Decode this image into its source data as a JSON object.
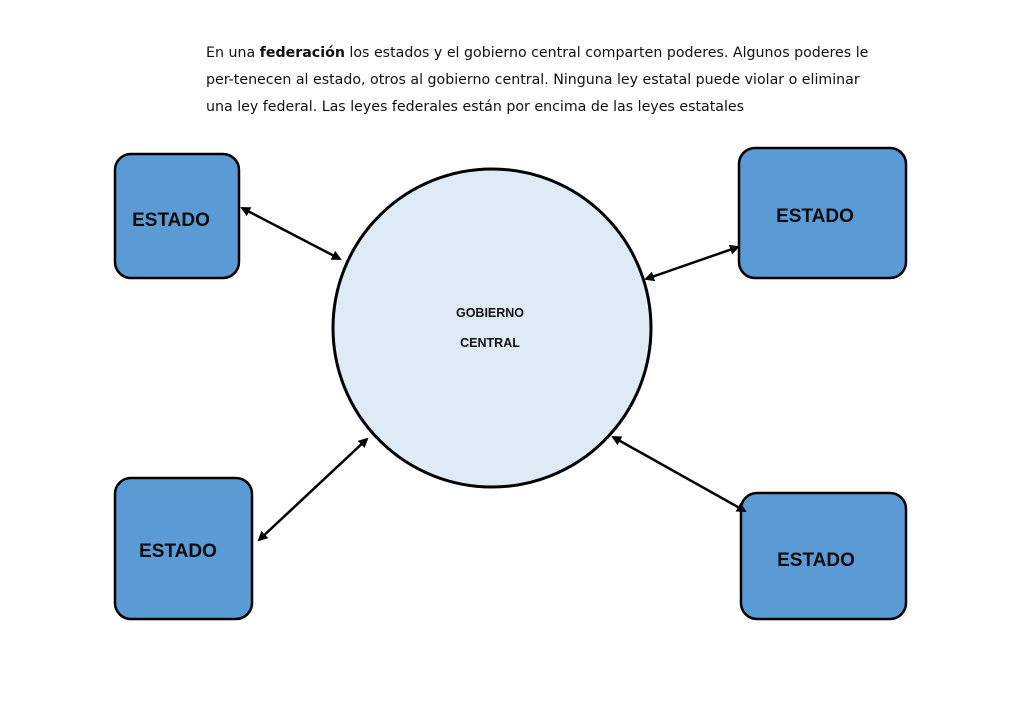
{
  "intro": {
    "prefix": "En una ",
    "keyword": "federación",
    "rest": " los estados y el gobierno central comparten poderes. Algunos poderes le per-tenecen al estado, otros al gobierno central. Ninguna ley estatal puede violar o eliminar una ley federal. Las leyes federales están por encima de las leyes estatales"
  },
  "center": {
    "line1": "GOBIERNO",
    "line2": "CENTRAL"
  },
  "states": {
    "top_left": "ESTADO",
    "top_right": "ESTADO",
    "bottom_left": "ESTADO",
    "bottom_right": "ESTADO"
  },
  "colors": {
    "state_fill": "#5b9bd5",
    "circle_fill": "#deebf7",
    "stroke": "#000000"
  }
}
